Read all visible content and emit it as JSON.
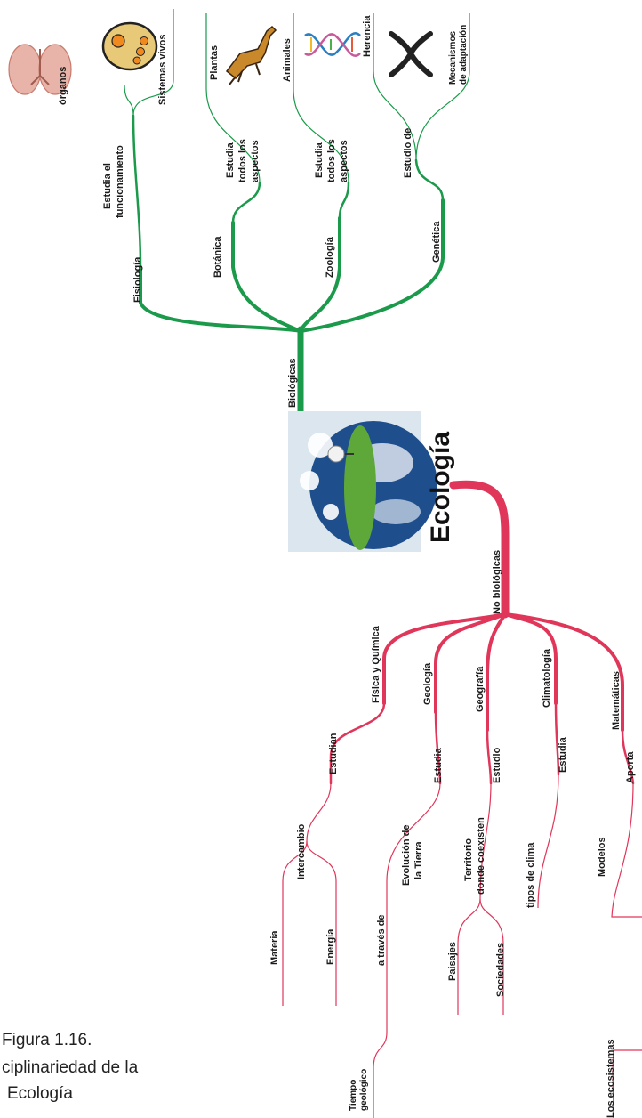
{
  "central": {
    "title": "Ecología"
  },
  "biologicas": {
    "label": "Biológicas",
    "fisiologia": "Fisiología",
    "estudia_funcionamiento": [
      "Estudia el",
      "funcionamiento"
    ],
    "organos": "órganos",
    "sistemas_vivos": "Sistemas vivos",
    "botanica": "Botánica",
    "estudia_todos_1": [
      "Estudia",
      "todos los",
      "aspectos"
    ],
    "plantas": "Plantas",
    "zoologia": "Zoología",
    "estudia_todos_2": [
      "Estudia",
      "todos los",
      "aspectos"
    ],
    "animales": "Animales",
    "genetica": "Genética",
    "estudio_de": "Estudio de",
    "herencia": "Herencia",
    "mecanismos": [
      "Mecanismos",
      "de adaptación"
    ]
  },
  "no_biologicas": {
    "label": "No biológicas",
    "fisica_quimica": "Física y Química",
    "estudian": "Estudian",
    "intercambio": "Intercambio",
    "materia": "Materia",
    "energia": "Energía",
    "geologia": "Geología",
    "estudia_geo": "Estudia",
    "evolucion": [
      "Evolución de",
      "la Tierra"
    ],
    "a_traves_de": "a través de",
    "tiempo_geologico": [
      "Tiempo",
      "geológico"
    ],
    "geografia": "Geografía",
    "estudio_geo": "Estudio",
    "territorio": [
      "Territorio",
      "donde coexisten"
    ],
    "paisajes": "Paisajes",
    "sociedades": "Sociedades",
    "climatologia": "Climatología",
    "estudia_clima": "Estudia",
    "tipos_clima": "tipos de clima",
    "matematicas": "Matemáticas",
    "aporta": "Aporta",
    "modelos": "Modelos",
    "ecosistemas": "Los ecosistemas"
  },
  "caption": [
    "Figura 1.16.",
    "ciplinariedad de la",
    "Ecología"
  ],
  "colors": {
    "green": "#1a9a4a",
    "red": "#e0365a"
  }
}
